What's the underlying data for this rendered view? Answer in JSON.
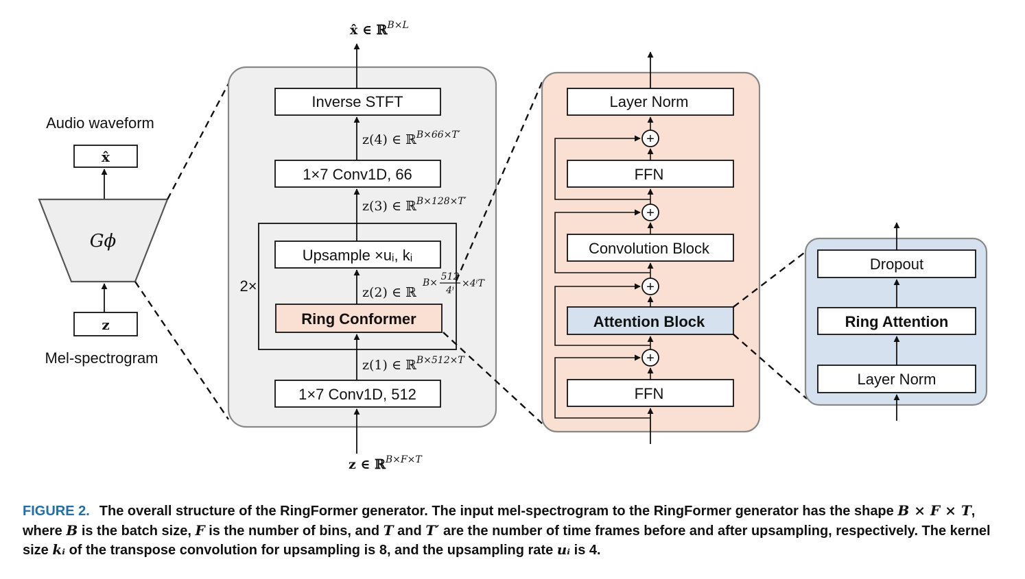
{
  "left": {
    "audio_label": "Audio waveform",
    "x_hat_box": "x̂",
    "generator_symbol": "Gϕ",
    "z_box": "z",
    "mel_label": "Mel-spectrogram"
  },
  "stack": {
    "output_math": "x̂ ∈ ℝ",
    "output_sup": "B×L",
    "istft": "Inverse STFT",
    "z4_math": "z(4) ∈ ℝ",
    "z4_sup": "B×66×T′",
    "conv66": "1×7 Conv1D, 66",
    "z3_math": "z(3) ∈ ℝ",
    "z3_sup": "B×128×T′",
    "repeat": "2×",
    "upsample": "Upsample ×uᵢ, kᵢ",
    "z2_math": "z(2) ∈ ℝ",
    "z2_sup_a": "B×",
    "z2_frac_num": "512",
    "z2_frac_den": "4ⁱ",
    "z2_sup_b": "×4ⁱT",
    "ring_conformer": "Ring Conformer",
    "z1_math": "z(1) ∈ ℝ",
    "z1_sup": "B×512×T",
    "conv512": "1×7 Conv1D, 512",
    "input_math": "z ∈ ℝ",
    "input_sup": "B×F×T"
  },
  "conformer": {
    "layer_norm": "Layer Norm",
    "ffn_top": "FFN",
    "conv_block": "Convolution Block",
    "attention_block": "Attention Block",
    "ffn_bottom": "FFN",
    "plus": "+"
  },
  "attention": {
    "dropout": "Dropout",
    "ring_attention": "Ring Attention",
    "layer_norm": "Layer Norm"
  },
  "caption": {
    "label": "FIGURE 2.",
    "text_1": "The overall structure of the RingFormer generator. The input mel-spectrogram to the RingFormer generator has the shape ",
    "shape": "B × F × T",
    "text_2": ", where ",
    "b": "B",
    "text_3": " is the batch size, ",
    "f": "F",
    "text_4": " is the number of bins, and ",
    "t": "T",
    "text_5": " and ",
    "t_prime": "T′",
    "text_6": " are the number of time frames before and after upsampling, respectively. The kernel size ",
    "k": "kᵢ",
    "text_7": " of the transpose convolution for upsampling is 8, and the upsampling rate ",
    "u": "uᵢ",
    "text_8": " is 4."
  },
  "colors": {
    "stack_panel": "#efefef",
    "conformer_panel": "#fadfd3",
    "attention_panel": "#d6e1ef",
    "ring_conformer_fill": "#fadfd3",
    "attention_block_fill": "#d6e1ef",
    "caption_label": "#1f6fa8"
  }
}
